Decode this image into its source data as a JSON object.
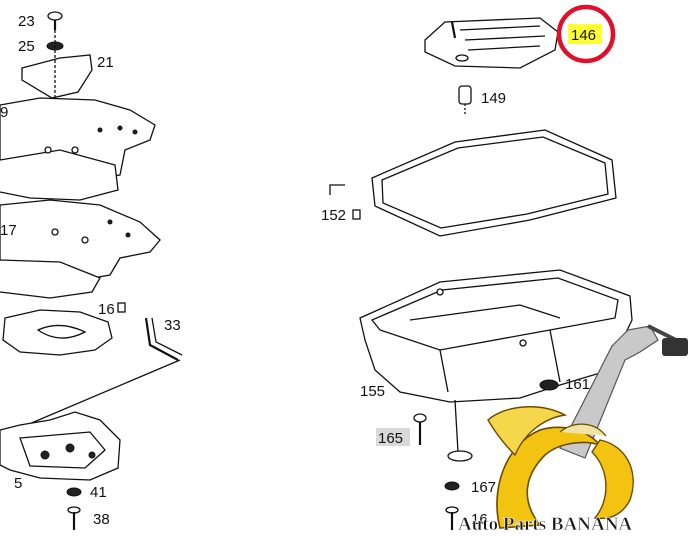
{
  "diagram": {
    "part_labels": [
      "23",
      "25",
      "21",
      "9",
      "17",
      "16",
      "33",
      "5",
      "41",
      "38",
      "146",
      "149",
      "152",
      "155",
      "161",
      "165",
      "167",
      "16"
    ],
    "highlight": {
      "label": "146",
      "ring_color": "#e0102a",
      "fill_color": "#ffff33"
    },
    "boxed_label": "165",
    "watermark": {
      "text": "Auto Parts BANANA",
      "banana_color": "#f3c311"
    }
  }
}
